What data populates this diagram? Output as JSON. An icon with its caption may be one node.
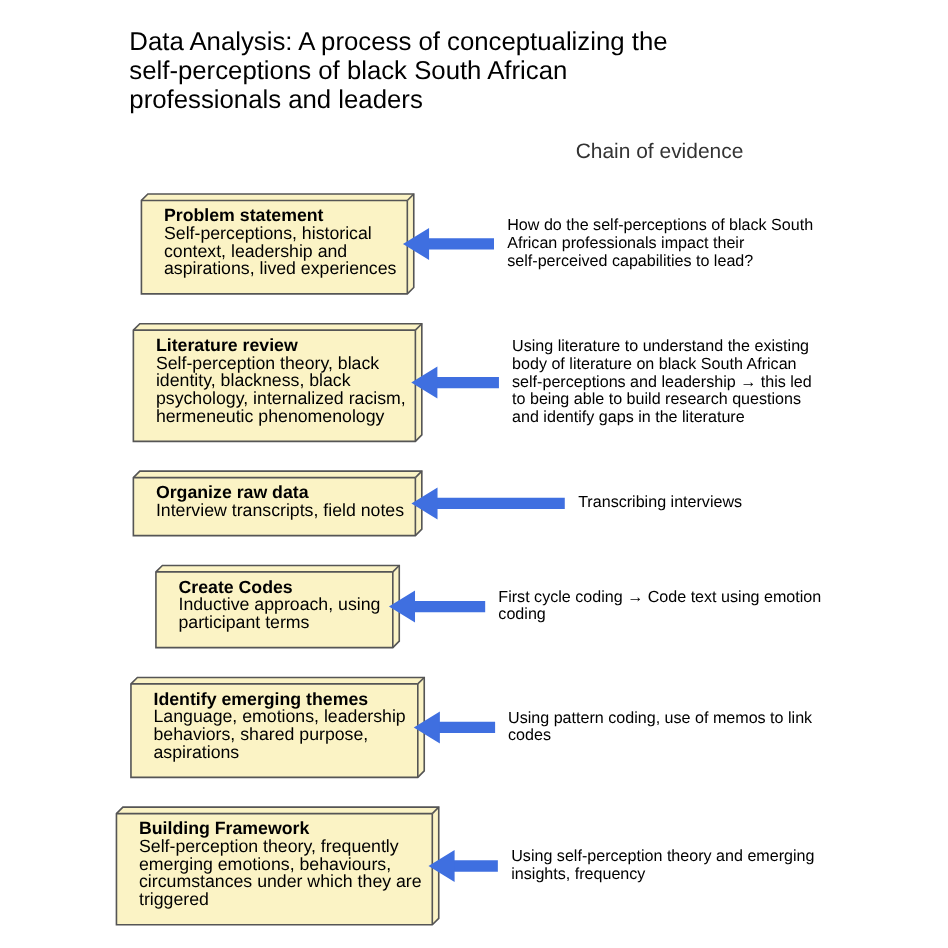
{
  "diagram": {
    "title": "Data Analysis: A process of conceptualizing the self-perceptions of black South African professionals and leaders",
    "nodes": [
      {
        "text": [
          "Building Framework",
          "Self-perception theory, frequently emerging emotions, behaviours, circumstances under which they are triggered"
        ]
      },
      {
        "text": [
          "Using self-perception theory and emerging insights, frequency"
        ]
      },
      {
        "text": [
          "Identify emerging themes",
          "Language, emotions, leadership behaviors, shared purpose, aspirations"
        ]
      },
      {
        "text": [
          "Using pattern coding, use of memos to link codes"
        ]
      },
      {
        "text": [
          "Create Codes",
          "Inductive approach, using participant terms"
        ]
      },
      {
        "text": [
          "First cycle coding → Code text using emotion coding"
        ]
      },
      {
        "text": [
          "Organize raw data",
          "Interview transcripts, field notes"
        ]
      },
      {
        "text": [
          "Transcribing interviews"
        ]
      },
      {
        "text": [
          "Literature review",
          "Self-perception theory, black identity, blackness, black psychology, internalized racism, hermeneutic phenomenology"
        ]
      },
      {
        "text": [
          "Using literature to understand the existing body of literature on black South African self-perceptions and leadership → this led to being able to build research questions and identify gaps in the literature"
        ]
      },
      {
        "text": [
          "Problem statement",
          "Self-perceptions, historical context, leadership and aspirations, lived experiences"
        ]
      },
      {
        "text": [
          "How do the self-perceptions of black South African professionals impact their self-perceived capabilities to lead?"
        ]
      }
    ],
    "edges": [
      {
        "from": 1,
        "to": 0,
        "arrow": "to"
      },
      {
        "from": 3,
        "to": 2,
        "arrow": "to"
      },
      {
        "from": 5,
        "to": 4,
        "arrow": "to"
      },
      {
        "from": 7,
        "to": 6,
        "arrow": "to"
      },
      {
        "from": 9,
        "to": 8,
        "arrow": "to"
      },
      {
        "from": 11,
        "to": 10,
        "arrow": "to"
      }
    ],
    "labels": [
      "Chain of evidence"
    ]
  }
}
